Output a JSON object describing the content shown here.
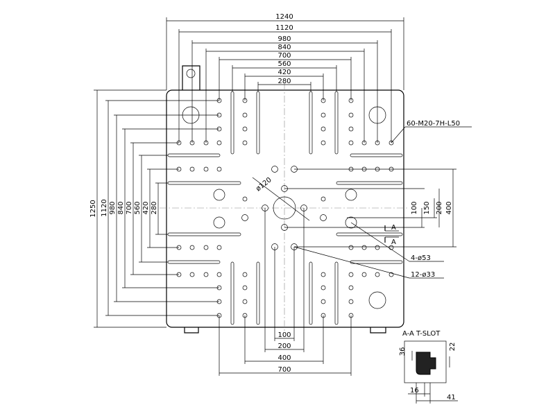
{
  "top_dims": [
    "1240",
    "1120",
    "980",
    "840",
    "700",
    "560",
    "420",
    "280"
  ],
  "left_dims": [
    "1250",
    "1120",
    "980",
    "840",
    "700",
    "560",
    "420",
    "280"
  ],
  "right_dims": [
    "100",
    "150",
    "200",
    "400"
  ],
  "bottom_dims": [
    "100",
    "200",
    "400",
    "700"
  ],
  "notes": {
    "threaded_holes": "60-M20-7H-L50",
    "large_holes": "4-ø53",
    "small_holes": "12-ø33",
    "center_bore": "ø120",
    "section_mark": "A"
  },
  "tslot": {
    "title": "A-A T-SLOT",
    "dims": [
      "36",
      "22",
      "16",
      "41"
    ]
  }
}
